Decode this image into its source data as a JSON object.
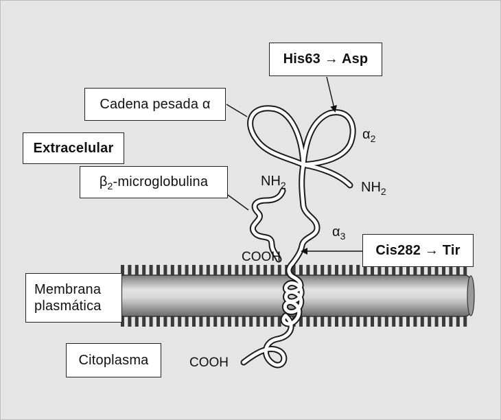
{
  "labels": {
    "his_mutation": "His63 → Asp",
    "heavy_chain": "Cadena pesada α",
    "extracellular": "Extracelular",
    "beta2_prefix": "β",
    "beta2_sub": "2",
    "beta2_suffix": "-microglobulina",
    "alpha2_base": "α",
    "alpha2_sub": "2",
    "alpha3_base": "α",
    "alpha3_sub": "3",
    "nh2_beta_base": "NH",
    "nh2_beta_sub": "2",
    "nh2_alpha_base": "NH",
    "nh2_alpha_sub": "2",
    "cooh_beta": "COOH",
    "cys_mutation": "Cis282 → Tir",
    "membrane_line1": "Membrana",
    "membrane_line2": "plasmática",
    "cytoplasm": "Citoplasma",
    "cooh_tail": "COOH"
  },
  "colors": {
    "background": "#e5e5e5",
    "box_fill": "#ffffff",
    "protein_stroke": "#1a1a1a",
    "membrane_dark": "#6e6e6e",
    "membrane_light": "#dedede"
  }
}
